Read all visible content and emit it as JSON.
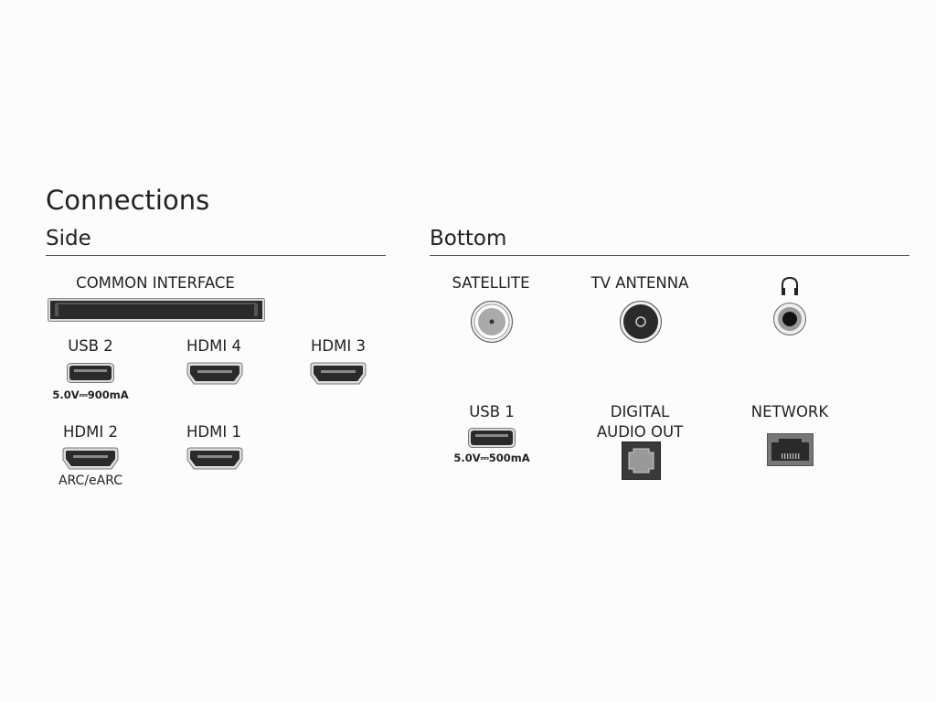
{
  "title": "Connections",
  "side": {
    "heading": "Side",
    "common_interface": "COMMON INTERFACE",
    "usb2": {
      "label": "USB 2",
      "spec": "5.0V⎓900mA"
    },
    "hdmi4": {
      "label": "HDMI 4"
    },
    "hdmi3": {
      "label": "HDMI 3"
    },
    "hdmi2": {
      "label": "HDMI 2",
      "note": "ARC/eARC"
    },
    "hdmi1": {
      "label": "HDMI 1"
    }
  },
  "bottom": {
    "heading": "Bottom",
    "satellite": "SATELLITE",
    "tv_antenna": "TV ANTENNA",
    "headphone_icon": "headphone-icon",
    "usb1": {
      "label": "USB 1",
      "spec": "5.0V⎓500mA"
    },
    "digital_audio_line1": "DIGITAL",
    "digital_audio_line2": "AUDIO OUT",
    "network": "NETWORK"
  }
}
